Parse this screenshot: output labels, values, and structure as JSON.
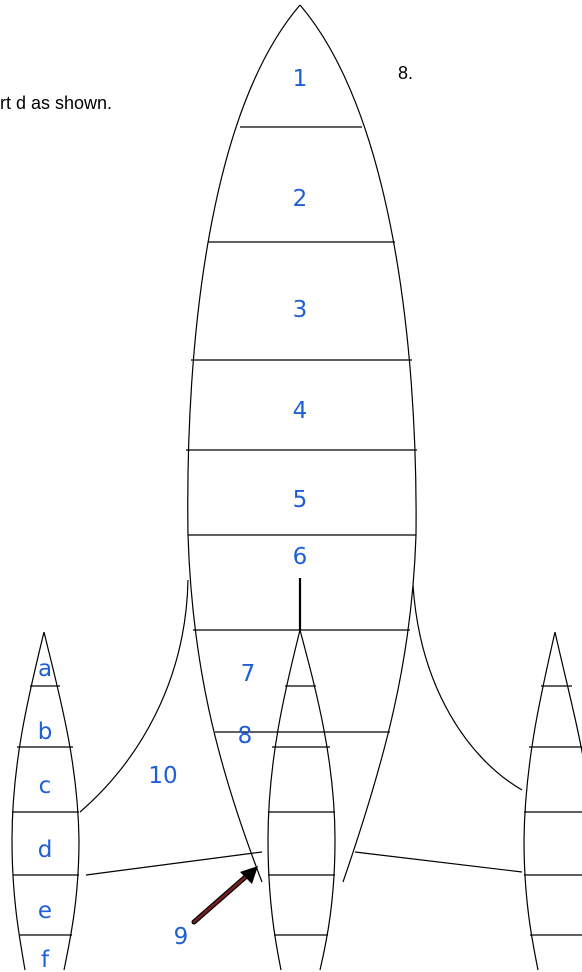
{
  "instructions": {
    "line1": "8.",
    "line2": "rt d as shown."
  },
  "main_body_labels": [
    "1",
    "2",
    "3",
    "4",
    "5",
    "6"
  ],
  "fin_labels": [
    "7",
    "8",
    "10"
  ],
  "arrow_label": "9",
  "small_body_labels": [
    "a",
    "b",
    "c",
    "d",
    "e",
    "f"
  ],
  "colors": {
    "label": "#1f5fd6",
    "outline": "#000000",
    "arrow": "#7a1f1f"
  }
}
